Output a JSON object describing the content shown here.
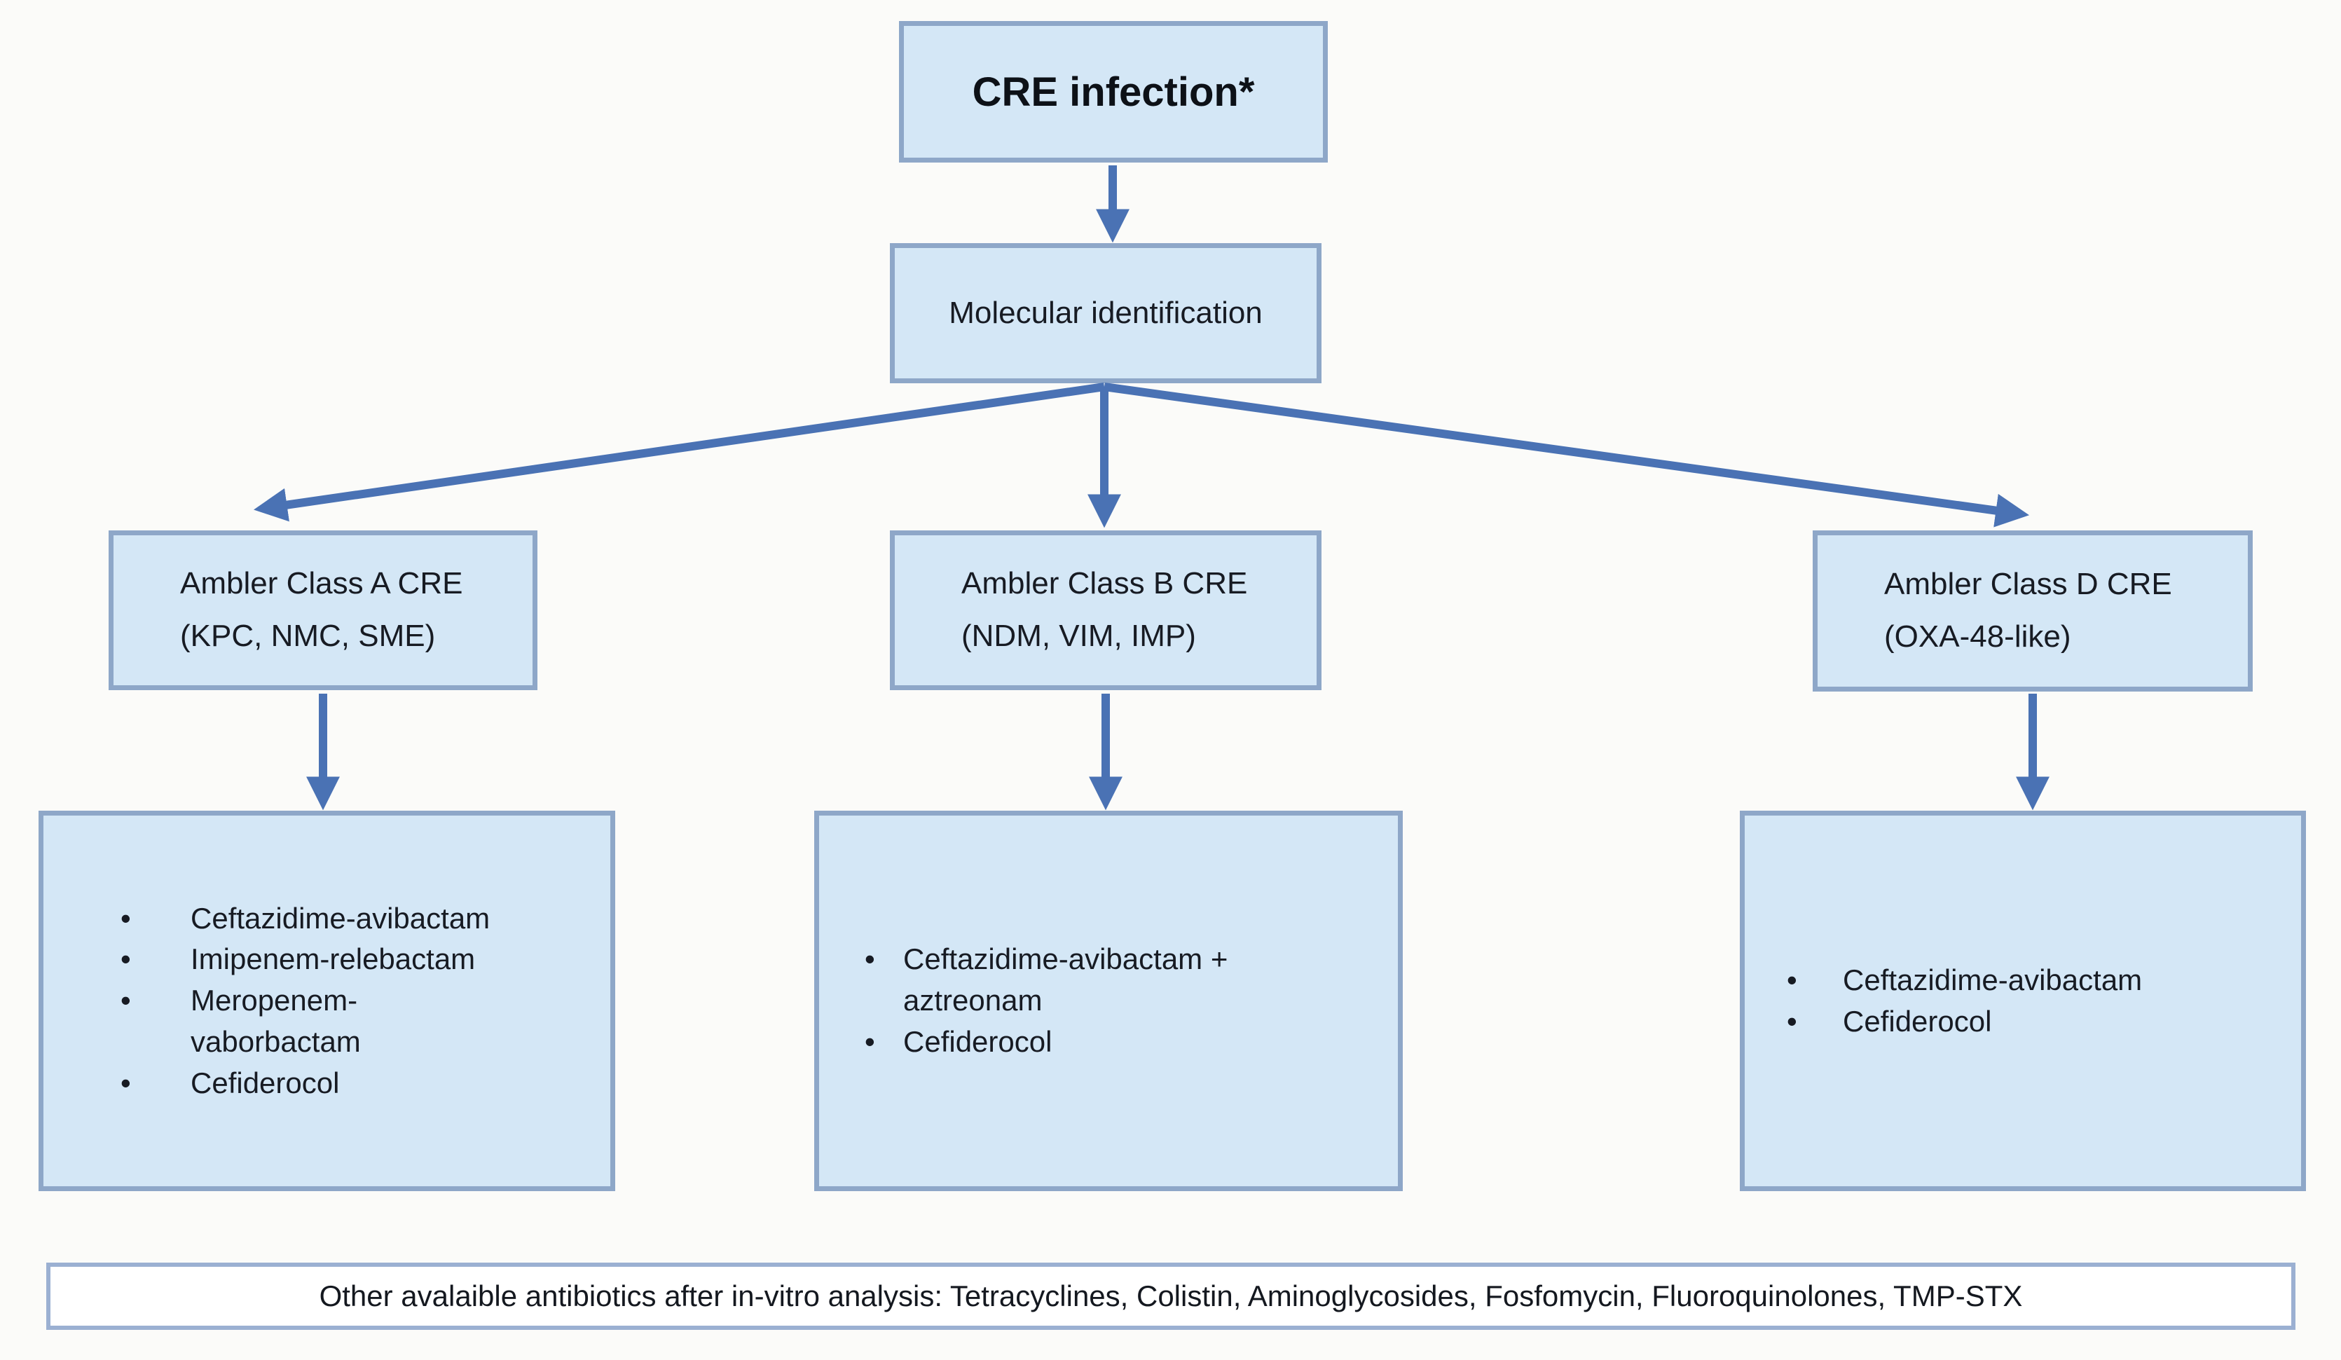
{
  "colors": {
    "background": "#fbfbf9",
    "box_fill": "#d4e7f6",
    "box_border": "#8ea7c8",
    "arrow": "#4a72b4",
    "text": "#171b23",
    "footer_fill": "#ffffff",
    "footer_border": "#9bb0d2"
  },
  "flowchart": {
    "root": {
      "label": "CRE infection*"
    },
    "step": {
      "label": "Molecular identification"
    },
    "branches": [
      {
        "name": "Ambler Class A CRE",
        "genes": "(KPC, NMC, SME)",
        "treatments": [
          "Ceftazidime-avibactam",
          "Imipenem-relebactam",
          "Meropenem-vaborbactam",
          "Cefiderocol"
        ]
      },
      {
        "name": "Ambler Class B CRE",
        "genes": "(NDM, VIM, IMP)",
        "treatments": [
          "Ceftazidime-avibactam + aztreonam",
          "Cefiderocol"
        ]
      },
      {
        "name": "Ambler Class D CRE",
        "genes": "(OXA-48-like)",
        "treatments": [
          "Ceftazidime-avibactam",
          "Cefiderocol"
        ]
      }
    ],
    "bullet_glyph": "•",
    "footer": {
      "label": "Other avalaible antibiotics after in-vitro analysis: Tetracyclines, Colistin, Aminoglycosides, Fosfomycin, Fluoroquinolones,  TMP-STX"
    }
  }
}
